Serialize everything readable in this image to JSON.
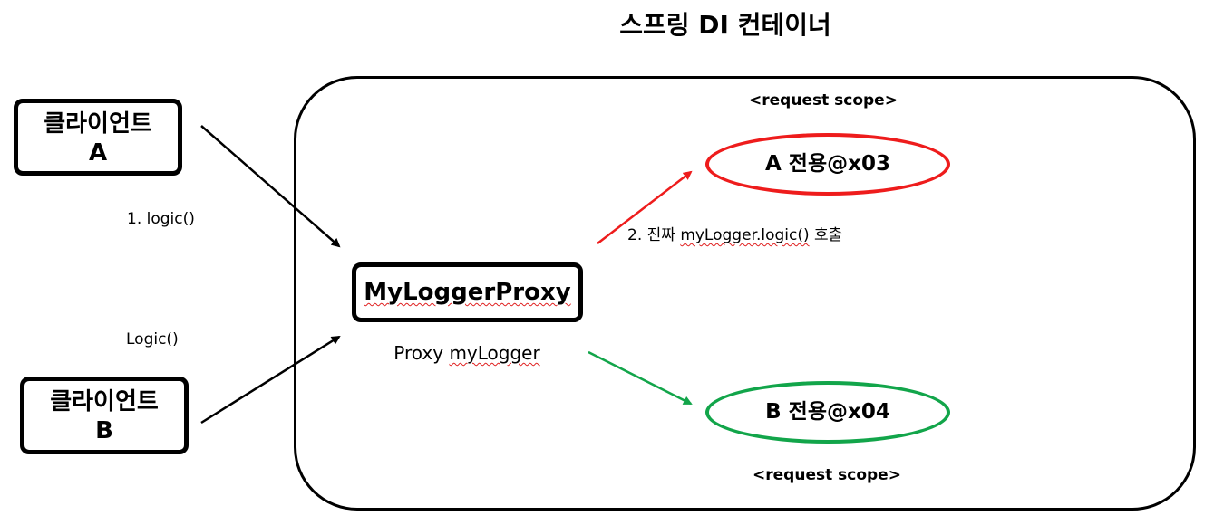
{
  "title": "스프링 DI 컨테이너",
  "clients": {
    "a": {
      "line1": "클라이언트",
      "line2": "A"
    },
    "b": {
      "line1": "클라이언트",
      "line2": "B"
    }
  },
  "calls": {
    "a": "1. logic()",
    "b": "Logic()",
    "real_prefix": "2. 진짜 ",
    "real_method": "myLogger.logic()",
    "real_suffix": " 호출"
  },
  "proxy": {
    "label": "MyLoggerProxy",
    "field_type": "Proxy",
    "field_name": "myLogger"
  },
  "beans": {
    "a": {
      "label": "A 전용@x03",
      "scope": "<request scope>"
    },
    "b": {
      "label": "B 전용@x04",
      "scope": "<request scope>"
    }
  },
  "colors": {
    "bean_a": "#ee1c1c",
    "bean_b": "#12a54a",
    "arrow_client": "#000000"
  }
}
